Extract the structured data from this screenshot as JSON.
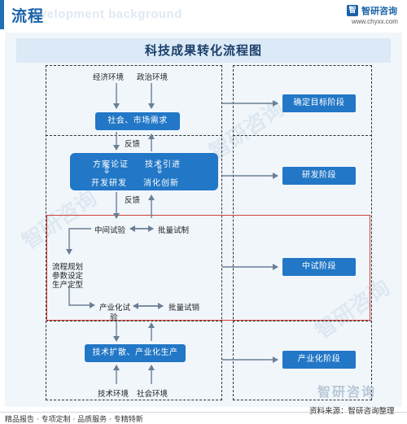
{
  "header": {
    "title": "流程",
    "bg_text": "evelopment background",
    "brand_logo_glyph": "智",
    "brand_name": "智研咨询",
    "brand_url": "www.chyxx.com"
  },
  "diagram": {
    "title": "科技成果转化流程图",
    "labels": {
      "econ_env": "经济环境",
      "politics_env": "政治环境",
      "market_demand": "社会、市场需求",
      "feedback_1": "反馈",
      "rd_plan": "方案论证",
      "rd_dev": "开发研发",
      "rd_intro": "技术引进",
      "rd_absorb": "消化创新",
      "feedback_2": "反馈",
      "mid_trial": "中间试验",
      "batch_trial": "批量试制",
      "process_1": "流程规划",
      "process_2": "参数设定",
      "process_3": "生产定型",
      "ind_trial_1": "产业化试",
      "ind_trial_2": "验",
      "batch_sale": "批量试销",
      "diffusion": "技术扩散、产业化生产",
      "tech_env": "技术环境",
      "social_env": "社会环境"
    },
    "stages": {
      "goal": "确定目标阶段",
      "rd": "研发阶段",
      "pilot": "中试阶段",
      "industrial": "产业化阶段"
    },
    "colors": {
      "box_blue": "#2277c6",
      "pilot_frame_red": "#d0423a",
      "title_blue": "#1a63a8"
    }
  },
  "footer": {
    "left": "精品报告 · 专项定制 · 品质服务 · 专精特新",
    "right": "资料来源：智研咨询整理",
    "watermark": "智研咨询"
  }
}
